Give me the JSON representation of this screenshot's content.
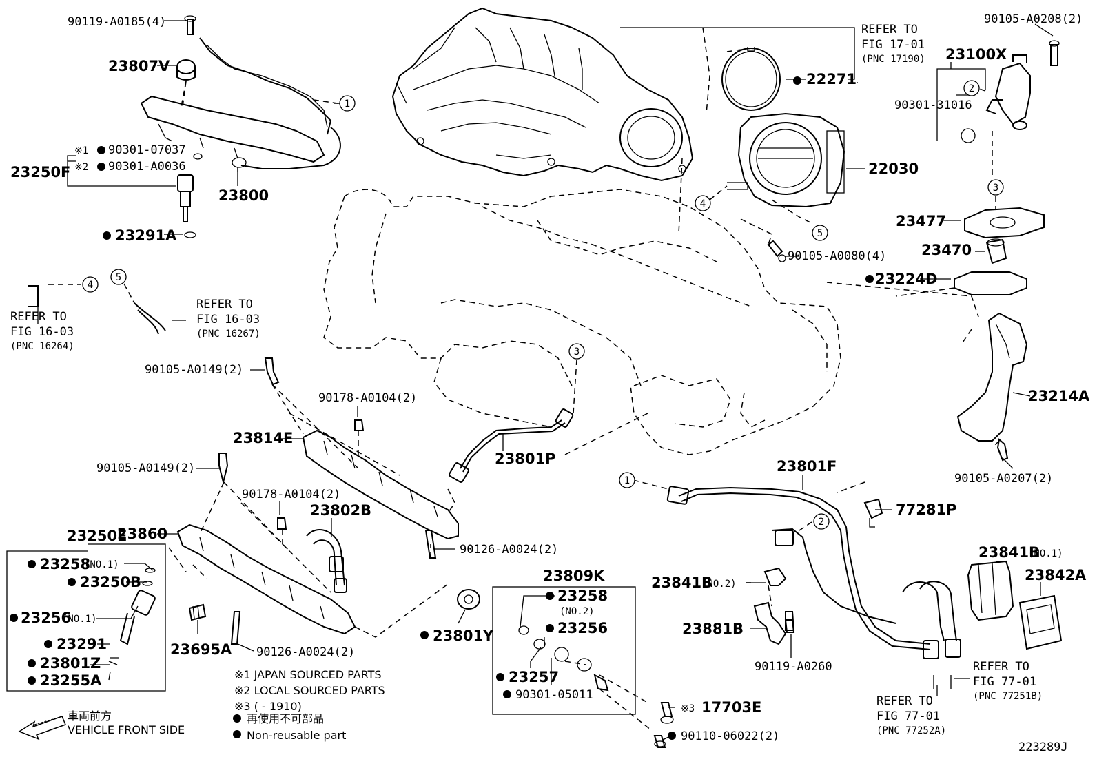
{
  "diagram_code": "223289J",
  "front_jp": "車両前方",
  "front_en": "VEHICLE FRONT SIDE",
  "legend": {
    "note1": "※1 JAPAN SOURCED PARTS",
    "note2": "※2 LOCAL SOURCED PARTS",
    "note3": "※3 (      - 1910)",
    "nonreuse_jp": "再使用不可部品",
    "nonreuse_en": "Non-reusable part"
  },
  "refs": {
    "r1701_a": "REFER TO",
    "r1701_b": "FIG 17-01",
    "r1701_c": "(PNC 17190)",
    "r16264_a": "REFER TO",
    "r16264_b": "FIG 16-03",
    "r16264_c": "(PNC 16264)",
    "r16267_a": "REFER TO",
    "r16267_b": "FIG 16-03",
    "r16267_c": "(PNC 16267)",
    "r77251_a": "REFER TO",
    "r77251_b": "FIG 77-01",
    "r77251_c": "(PNC 77251B)",
    "r77252_a": "REFER TO",
    "r77252_b": "FIG 77-01",
    "r77252_c": "(PNC 77252A)"
  },
  "labels": {
    "p90119_A0185": "90119-A0185(4)",
    "p23807V": "23807V",
    "p23250F": "23250F",
    "p90301_07037": "90301-07037",
    "p90301_A0036": "90301-A0036",
    "n1": "※1",
    "n2": "※2",
    "n3": "※3",
    "p23800": "23800",
    "p23291A": "23291A",
    "p22271": "22271",
    "p22030": "22030",
    "p90105_A0080": "90105-A0080(4)",
    "p90105_A0208": "90105-A0208(2)",
    "p23100X": "23100X",
    "p90301_31016": "90301-31016",
    "p23477": "23477",
    "p23470": "23470",
    "p23224D": "23224D",
    "p23214A": "23214A",
    "p90105_A0207": "90105-A0207(2)",
    "p90105_A0149_a": "90105-A0149(2)",
    "p90178_A0104_a": "90178-A0104(2)",
    "p23814E": "23814E",
    "p23801P": "23801P",
    "p90105_A0149_b": "90105-A0149(2)",
    "p90178_A0104_b": "90178-A0104(2)",
    "p23802B": "23802B",
    "p23250E": "23250E",
    "p23860": "23860",
    "p90126_A0024_a": "90126-A0024(2)",
    "p23258": "23258",
    "no1_a": "(NO.1)",
    "p23250B": "23250B",
    "p23256": "23256",
    "no1_b": "(NO.1)",
    "p23291": "23291",
    "p23801Z": "23801Z",
    "p23255A": "23255A",
    "p23695A": "23695A",
    "p90126_A0024_b": "90126-A0024(2)",
    "p23801Y": "23801Y",
    "p23809K": "23809K",
    "k23258": "23258",
    "kno2": "(NO.2)",
    "k23256": "23256",
    "k23257": "23257",
    "k90301_05011": "90301-05011",
    "p17703E": "17703E",
    "p90110_06022": "90110-06022(2)",
    "p23801F": "23801F",
    "p77281P": "77281P",
    "p23841B_no1": "23841B",
    "no1_c": "(NO.1)",
    "p23842A": "23842A",
    "p23841B_no2": "23841B",
    "no2_b": "(NO.2)",
    "p23881B": "23881B",
    "p90119_A0260": "90119-A0260"
  },
  "callouts": [
    "1",
    "2",
    "3",
    "4",
    "5"
  ]
}
